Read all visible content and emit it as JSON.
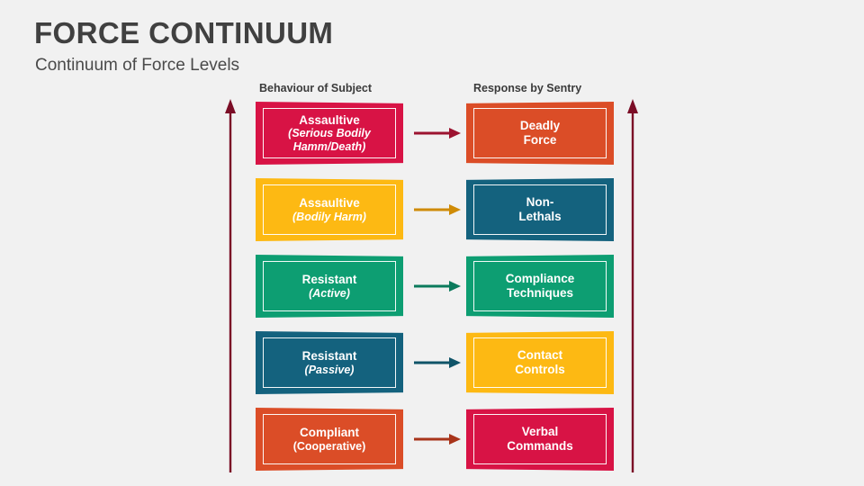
{
  "slide": {
    "title": "FORCE CONTINUUM",
    "subtitle": "Continuum of Force Levels",
    "background_color": "#f1f1f1",
    "title_color": "#404040"
  },
  "columns": {
    "left_header": "Behaviour of Subject",
    "right_header": "Response by Sentry"
  },
  "side_arrows": {
    "color": "#7b0d26",
    "direction": "up",
    "left_name": "escalation-arrow-left",
    "right_name": "escalation-arrow-right"
  },
  "rows": [
    {
      "behaviour_line1": "Assaultive",
      "behaviour_line2": "(Serious Bodily Hamm/Death)",
      "behaviour_line2_italic": true,
      "behaviour_color": "#d81345",
      "response_line1": "Deadly",
      "response_line2": "Force",
      "response_color": "#db4d27",
      "arrow_color": "#9c1330"
    },
    {
      "behaviour_line1": "Assaultive",
      "behaviour_line2": "(Bodily Harm)",
      "behaviour_line2_italic": true,
      "behaviour_color": "#fdb913",
      "response_line1": "Non-",
      "response_line2": "Lethals",
      "response_color": "#14627e",
      "arrow_color": "#cf8b06"
    },
    {
      "behaviour_line1": "Resistant",
      "behaviour_line2": "(Active)",
      "behaviour_line2_italic": true,
      "behaviour_color": "#0d9e72",
      "response_line1": "Compliance",
      "response_line2": "Techniques",
      "response_color": "#0d9e72",
      "arrow_color": "#0b7a5c"
    },
    {
      "behaviour_line1": "Resistant",
      "behaviour_line2": "(Passive)",
      "behaviour_line2_italic": true,
      "behaviour_color": "#14627e",
      "response_line1": "Contact",
      "response_line2": "Controls",
      "response_color": "#fdb913",
      "arrow_color": "#0f5468"
    },
    {
      "behaviour_line1": "Compliant",
      "behaviour_line2": "(Cooperative)",
      "behaviour_line2_italic": false,
      "behaviour_color": "#db4d27",
      "response_line1": "Verbal",
      "response_line2": "Commands",
      "response_color": "#d81345",
      "arrow_color": "#a8341a"
    }
  ]
}
